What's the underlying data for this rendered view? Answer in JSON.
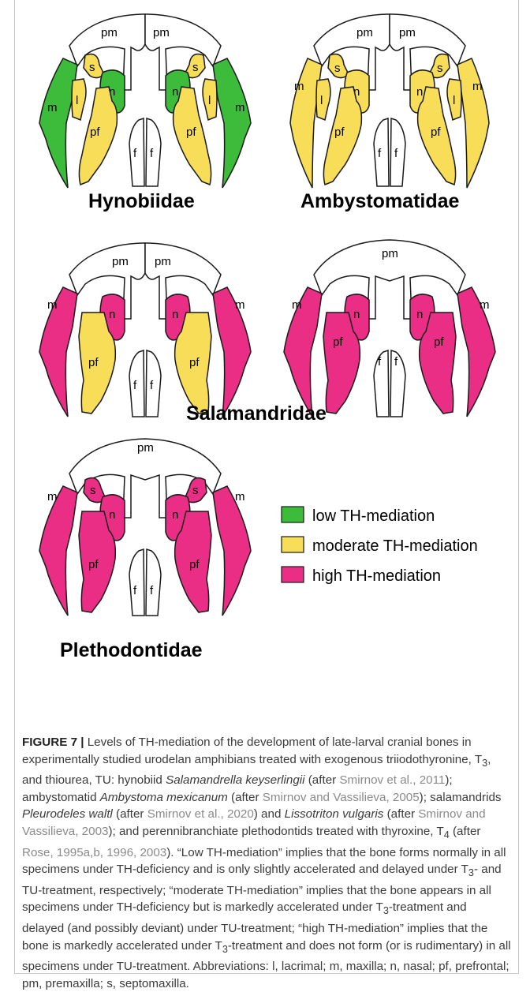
{
  "colors": {
    "low": "#3dbc3b",
    "moderate": "#f8de58",
    "high": "#ea2d85",
    "unassigned": "#ffffff",
    "outline": "#1a1a1a"
  },
  "families": [
    {
      "name": "Hynobiidae",
      "labels": {
        "pm_left": "pm",
        "pm_right": "pm",
        "s": "s",
        "n": "n",
        "m": "m",
        "l": "l",
        "pf": "pf",
        "f": "f"
      },
      "colors": {
        "m": "low",
        "s": "moderate",
        "l": "moderate",
        "n": "low",
        "pf": "moderate"
      }
    },
    {
      "name": "Ambystomatidae",
      "labels": {
        "pm_left": "pm",
        "pm_right": "pm",
        "s": "s",
        "n": "n",
        "m": "m",
        "l": "l",
        "pf": "pf",
        "f": "f"
      },
      "colors": {
        "m": "moderate",
        "s": "moderate",
        "l": "moderate",
        "n": "moderate",
        "pf": "moderate"
      }
    },
    {
      "name": "Salamandridae",
      "diagrams": [
        {
          "labels": {
            "pm_left": "pm",
            "pm_right": "pm",
            "n": "n",
            "m": "m",
            "pf": "pf",
            "f": "f"
          },
          "colors": {
            "m": "high",
            "n": "high",
            "pf": "moderate"
          }
        },
        {
          "labels": {
            "pm": "pm",
            "n": "n",
            "m": "m",
            "pf": "pf",
            "f": "f"
          },
          "colors": {
            "m": "high",
            "n": "high",
            "pf": "high"
          }
        }
      ]
    },
    {
      "name": "Plethodontidae",
      "labels": {
        "pm": "pm",
        "s": "s",
        "n": "n",
        "m": "m",
        "pf": "pf",
        "f": "f"
      },
      "colors": {
        "m": "high",
        "s": "high",
        "n": "high",
        "pf": "high"
      }
    }
  ],
  "legend": [
    {
      "key": "low",
      "label": "low TH-mediation"
    },
    {
      "key": "moderate",
      "label": "moderate TH-mediation"
    },
    {
      "key": "high",
      "label": "high TH-mediation"
    }
  ],
  "caption": {
    "figure_label": "FIGURE 7 |",
    "t1": " Levels of TH-mediation of the development of late-larval cranial bones in experimentally studied urodelan amphibians treated with exogenous triiodothyronine, T",
    "sub3a": "3",
    "t2": ", and thiourea, TU: hynobiid ",
    "sp1": "Salamandrella keyserlingii",
    "t3": " (after ",
    "cite1": "Smirnov et al., 2011",
    "t4": "); ambystomatid ",
    "sp2": "Ambystoma mexicanum",
    "t5": " (after ",
    "cite2": "Smirnov and Vassilieva, 2005",
    "t6": "); salamandrids ",
    "sp3": "Pleurodeles waltl",
    "t7": " (after ",
    "cite3": "Smirnov et al., 2020",
    "t8": ") and ",
    "sp4": "Lissotriton vulgaris",
    "t9": " (after ",
    "cite4": "Smirnov and Vassilieva, 2003",
    "t10": "); and perennibranchiate plethodontids treated with thyroxine, T",
    "sub4": "4",
    "t11": " (after ",
    "cite5": "Rose, 1995a,b, 1996, 2003",
    "t12": "). “Low TH-mediation” implies that the bone forms normally in all specimens under TH-deficiency and is only slightly accelerated and delayed under T",
    "sub3b": "3",
    "t13": "- and TU-treatment, respectively; “moderate TH-mediation” implies that the bone appears in all specimens under TH-deficiency but is markedly accelerated under T",
    "sub3c": "3",
    "t14": "-treatment and delayed (and possibly deviant) under TU-treatment; “high TH-mediation” implies that the bone is markedly accelerated under T",
    "sub3d": "3",
    "t15": "-treatment and does not form (or is rudimentary) in all specimens under TU-treatment. Abbreviations: l, lacrimal; m, maxilla; n, nasal; pf, prefrontal; pm, premaxilla; s, septomaxilla."
  }
}
